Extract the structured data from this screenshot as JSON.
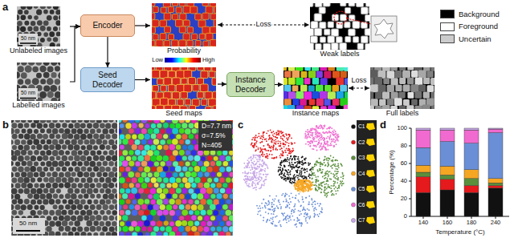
{
  "diagram": {
    "nodes": [
      {
        "text": [
          "Unlabeled images"
        ]
      },
      {
        "text": [
          "Labelled images"
        ]
      },
      {
        "text": [
          "Encoder"
        ]
      },
      {
        "text": [
          "Seed Decoder"
        ]
      },
      {
        "text": [
          "Probability"
        ]
      },
      {
        "text": [
          "Seed maps"
        ]
      },
      {
        "text": [
          "Instance Decoder"
        ]
      },
      {
        "text": [
          "Instance maps"
        ]
      },
      {
        "text": [
          "Weak labels"
        ]
      },
      {
        "text": [
          "Full labels"
        ]
      }
    ],
    "edges": [
      {
        "from": 0,
        "to": 2,
        "arrow": "to"
      },
      {
        "from": 1,
        "to": 2,
        "arrow": "to"
      },
      {
        "from": 2,
        "to": 3,
        "arrow": "to"
      },
      {
        "from": 2,
        "to": 4,
        "arrow": "to"
      },
      {
        "from": 3,
        "to": 5,
        "arrow": "to"
      },
      {
        "from": 5,
        "to": 6,
        "arrow": "to"
      },
      {
        "from": 6,
        "to": 7,
        "arrow": "to"
      },
      {
        "from": 4,
        "to": 8,
        "label": "Loss",
        "arrow": "both"
      },
      {
        "from": 7,
        "to": 9,
        "label": "Loss",
        "arrow": "both"
      }
    ],
    "labels": [
      "a",
      "50 nm",
      "50 nm",
      "Low",
      "High",
      "b",
      "50 nm",
      "D=7.7 nm",
      "σ=7.5%",
      "N=405",
      "c",
      "C1",
      "C2",
      "C3",
      "C4",
      "C5",
      "C6",
      "C7",
      "d",
      "100",
      "80",
      "60",
      "40",
      "20",
      "0",
      "Percentage (%)",
      "140",
      "160",
      "180",
      "240",
      "Temperature (°C)"
    ],
    "legend": [
      {
        "text": "Background",
        "color": "#000000"
      },
      {
        "text": "Foreground",
        "color": "#ffffff"
      },
      {
        "text": "Uncertain",
        "color": "#cccccc"
      }
    ]
  }
}
